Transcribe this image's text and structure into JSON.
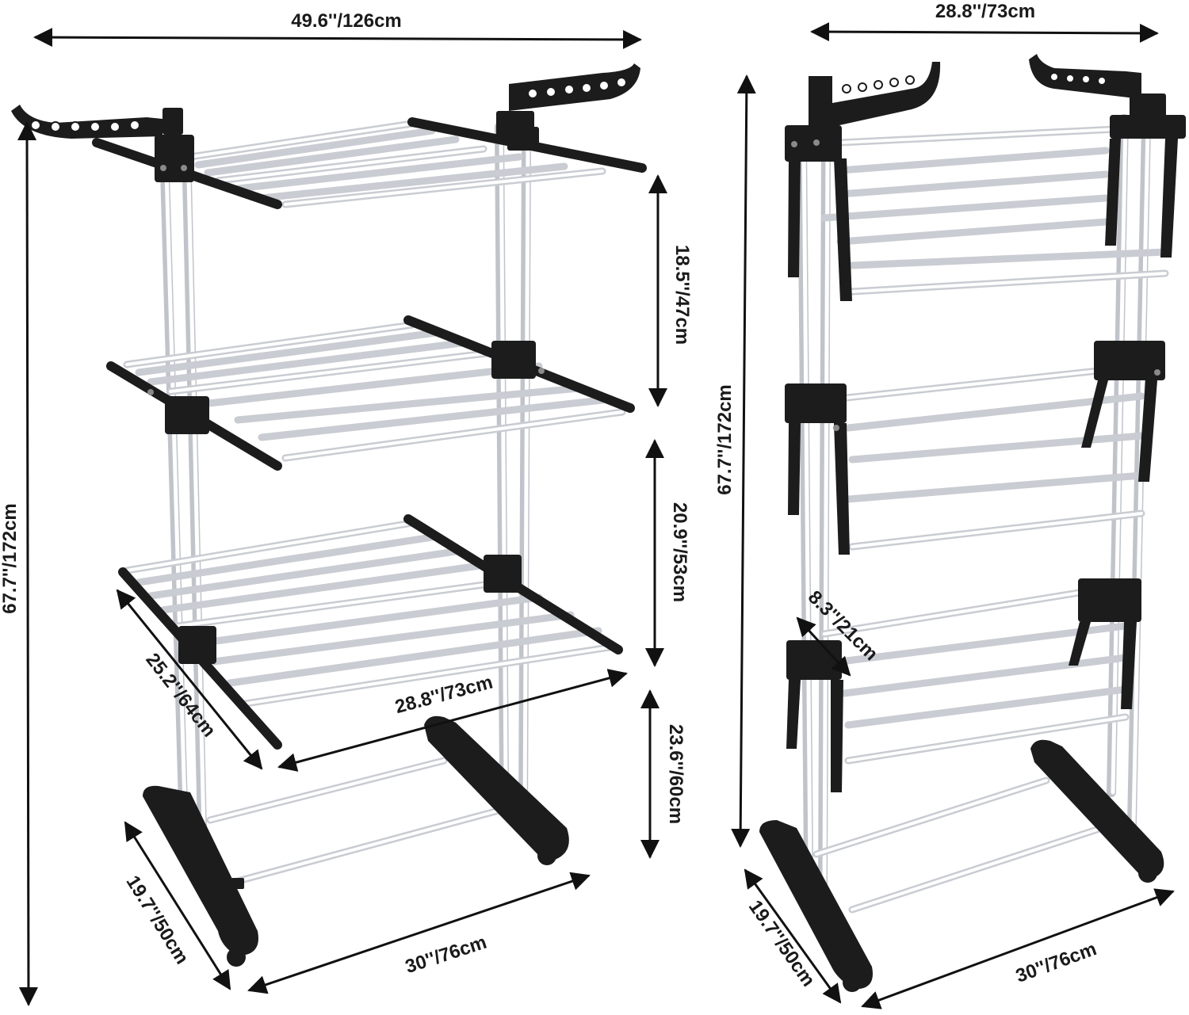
{
  "dimensions": {
    "left_width": "49.6''/126cm",
    "left_height": "67.7''/172cm",
    "left_tier_top": "18.5''/47cm",
    "left_tier_mid": "20.9''/53cm",
    "left_tier_bottom": "23.6''/60cm",
    "left_shelf_depth": "25.2''/64cm",
    "left_shelf_width": "28.8''/73cm",
    "left_base_depth": "19.7''/50cm",
    "left_base_width": "30''/76cm",
    "right_width": "28.8''/73cm",
    "right_height": "67.7''/172cm",
    "right_folded_depth": "8.3''/21cm",
    "right_base_depth": "19.7''/50cm",
    "right_base_width": "30''/76cm"
  },
  "colors": {
    "frame": "#1c1c1c",
    "rod": "#c9ccd2",
    "background": "#ffffff"
  }
}
